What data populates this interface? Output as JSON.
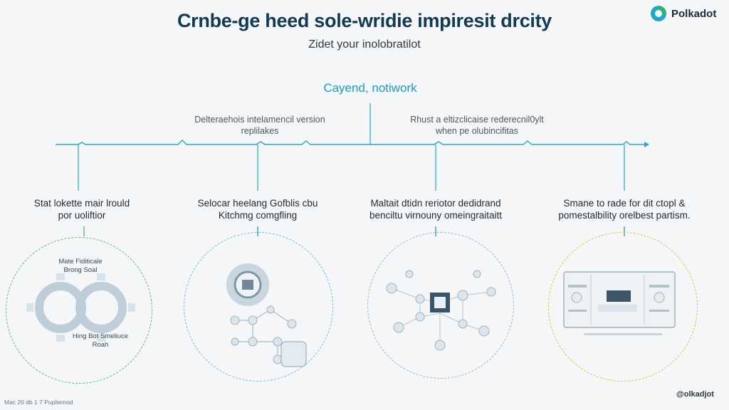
{
  "header": {
    "title": "Crnbe-ge heed sole-wridie impiresit drcity",
    "subtitle": "Zidet your inolobratilot"
  },
  "brand": {
    "name": "Polkadot",
    "accent": "#1fa8c9"
  },
  "diagram": {
    "center_label": "Cayend, notiwork",
    "mid_notes": [
      {
        "text": "Delteraehois intelamencil version\nreplilakes"
      },
      {
        "text": "Rhust a eltizclicaise rederecnil0ylt\nwhen pe olubincifitas"
      }
    ],
    "stages": [
      {
        "label": "Stat lokette mair lrould\npor uoliftior",
        "ring_color": "#5cbf6f",
        "inner_top": "Mate Fiditicale\nBrong Soal",
        "inner_bottom": "Hing Bot Smeliuce\nRoah"
      },
      {
        "label": "Selocar heelang Gofblis cbu\nKitchmg comgfling",
        "ring_color": "#6cc0de",
        "inner_top": "",
        "inner_bottom": ""
      },
      {
        "label": "Maltait dtidn reriotor dedidrand\nbenciltu virnouny omeingraitaitt",
        "ring_color": "#a9b4bb",
        "inner_top": "",
        "inner_bottom": ""
      },
      {
        "label": "Smane to rade for dit ctopl &\npomestalbility orelbest partism.",
        "ring_color": "#d6c94a",
        "inner_top": "",
        "inner_bottom": ""
      }
    ]
  },
  "footer": {
    "left": "Mac 20 db 1 7 Pupliemod",
    "right": "@olkadjot"
  }
}
